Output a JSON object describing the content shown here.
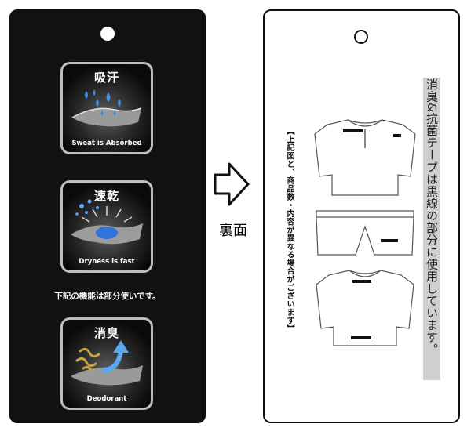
{
  "front": {
    "badges": [
      {
        "title": "吸汗",
        "caption": "Sweat is Absorbed",
        "icon": "water-drops-icon"
      },
      {
        "title": "速乾",
        "caption": "Dryness is fast",
        "icon": "drying-fabric-icon"
      },
      {
        "title": "消臭",
        "caption": "Deodorant",
        "icon": "odor-arrow-icon"
      }
    ],
    "note": "下記の機能は部分使いです。"
  },
  "arrow": {
    "label": "裏面",
    "icon": "right-arrow-icon"
  },
  "back": {
    "band_text": "消臭&抗菌テープは黒線の部分に使用しています。",
    "note": "【上記図と、商品数・内容が異なる場合がございます】"
  }
}
